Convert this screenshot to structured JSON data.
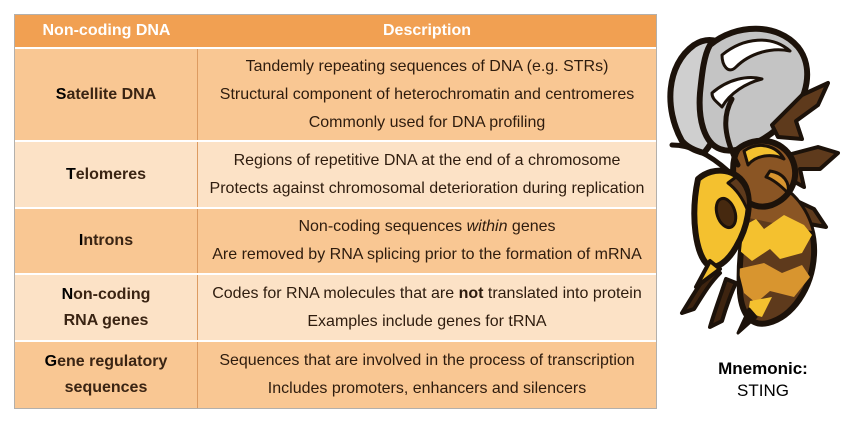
{
  "table": {
    "header": {
      "col1": "Non-coding DNA",
      "col2": "Description"
    },
    "rows": [
      {
        "term": {
          "highlight": "S",
          "first_line_rest": "atellite DNA",
          "extra_lines": []
        },
        "description": [
          [
            {
              "text": "Tandemly repeating sequences of DNA (e.g. STRs)"
            }
          ],
          [
            {
              "text": "Structural component of heterochromatin and centromeres"
            }
          ],
          [
            {
              "text": "Commonly used for DNA profiling"
            }
          ]
        ]
      },
      {
        "term": {
          "highlight": "T",
          "first_line_rest": "elomeres",
          "extra_lines": []
        },
        "description": [
          [
            {
              "text": "Regions of repetitive DNA at the end of a chromosome"
            }
          ],
          [
            {
              "text": "Protects against chromosomal deterioration during replication"
            }
          ]
        ]
      },
      {
        "term": {
          "highlight": "I",
          "first_line_rest": "ntrons",
          "extra_lines": []
        },
        "description": [
          [
            {
              "text": "Non-coding sequences "
            },
            {
              "text": "within",
              "style": "italic"
            },
            {
              "text": " genes"
            }
          ],
          [
            {
              "text": "Are removed by RNA splicing prior to the formation of mRNA"
            }
          ]
        ]
      },
      {
        "term": {
          "highlight": "N",
          "first_line_rest": "on-coding",
          "extra_lines": [
            "RNA genes"
          ]
        },
        "description": [
          [
            {
              "text": "Codes for RNA molecules that are "
            },
            {
              "text": "not",
              "style": "bold"
            },
            {
              "text": " translated into protein"
            }
          ],
          [
            {
              "text": "Examples include genes for tRNA"
            }
          ]
        ]
      },
      {
        "term": {
          "highlight": "G",
          "first_line_rest": "ene regulatory",
          "extra_lines": [
            "sequences"
          ]
        },
        "description": [
          [
            {
              "text": "Sequences that are involved in the process of transcription"
            }
          ],
          [
            {
              "text": "Includes promoters, enhancers and silencers"
            }
          ]
        ]
      }
    ]
  },
  "mnemonic": {
    "label": "Mnemonic:",
    "value": "STING"
  },
  "illustration": "hornet-wasp-mascot",
  "colors": {
    "header_bg": "#F1A052",
    "row_odd_bg": "#F9C793",
    "row_even_bg": "#FCE2C6",
    "column_divider": "#DD9B61",
    "header_text": "#FFFFFF",
    "term_text": "#3A2413",
    "body_text": "#2E1C0E",
    "mascot_yellow": "#F4C12F",
    "mascot_brown": "#8A5524",
    "mascot_dark_brown": "#5E3A1C",
    "mascot_gray": "#C4C4C4"
  }
}
